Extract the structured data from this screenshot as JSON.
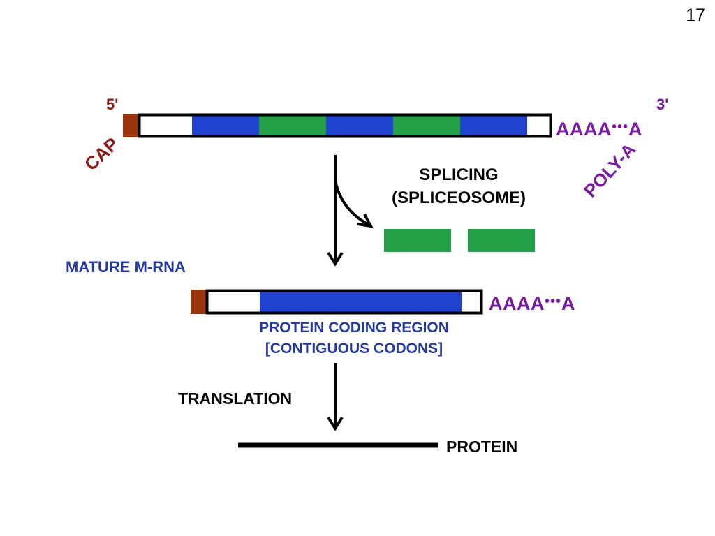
{
  "page_number": "17",
  "colors": {
    "cap": "#9a3510",
    "exon": "#2141cf",
    "intron": "#21a046",
    "poly_a": "#7a1aa0",
    "label_blue": "#253a9f",
    "cap_label": "#8a1a1a",
    "outline": "#000000"
  },
  "pre_mrna": {
    "five_prime": "5'",
    "three_prime": "3'",
    "cap_label": "CAP",
    "poly_a_label": "POLY-A",
    "poly_a_seq_start": "AAAA",
    "poly_a_dots": "•••",
    "poly_a_seq_end": "A",
    "segments": [
      "utr",
      "exon",
      "intron",
      "exon",
      "intron",
      "exon",
      "utr"
    ]
  },
  "splicing": {
    "line1": "SPLICING",
    "line2": "(SPLICEOSOME)",
    "removed_introns": 2
  },
  "mature_mrna": {
    "title": "MATURE M-RNA",
    "poly_a_seq_start": "AAAA",
    "poly_a_dots": "•••",
    "poly_a_seq_end": "A",
    "coding_line1": "PROTEIN CODING REGION",
    "coding_line2": "[CONTIGUOUS CODONS]"
  },
  "translation": {
    "label": "TRANSLATION",
    "product_label": "PROTEIN"
  }
}
